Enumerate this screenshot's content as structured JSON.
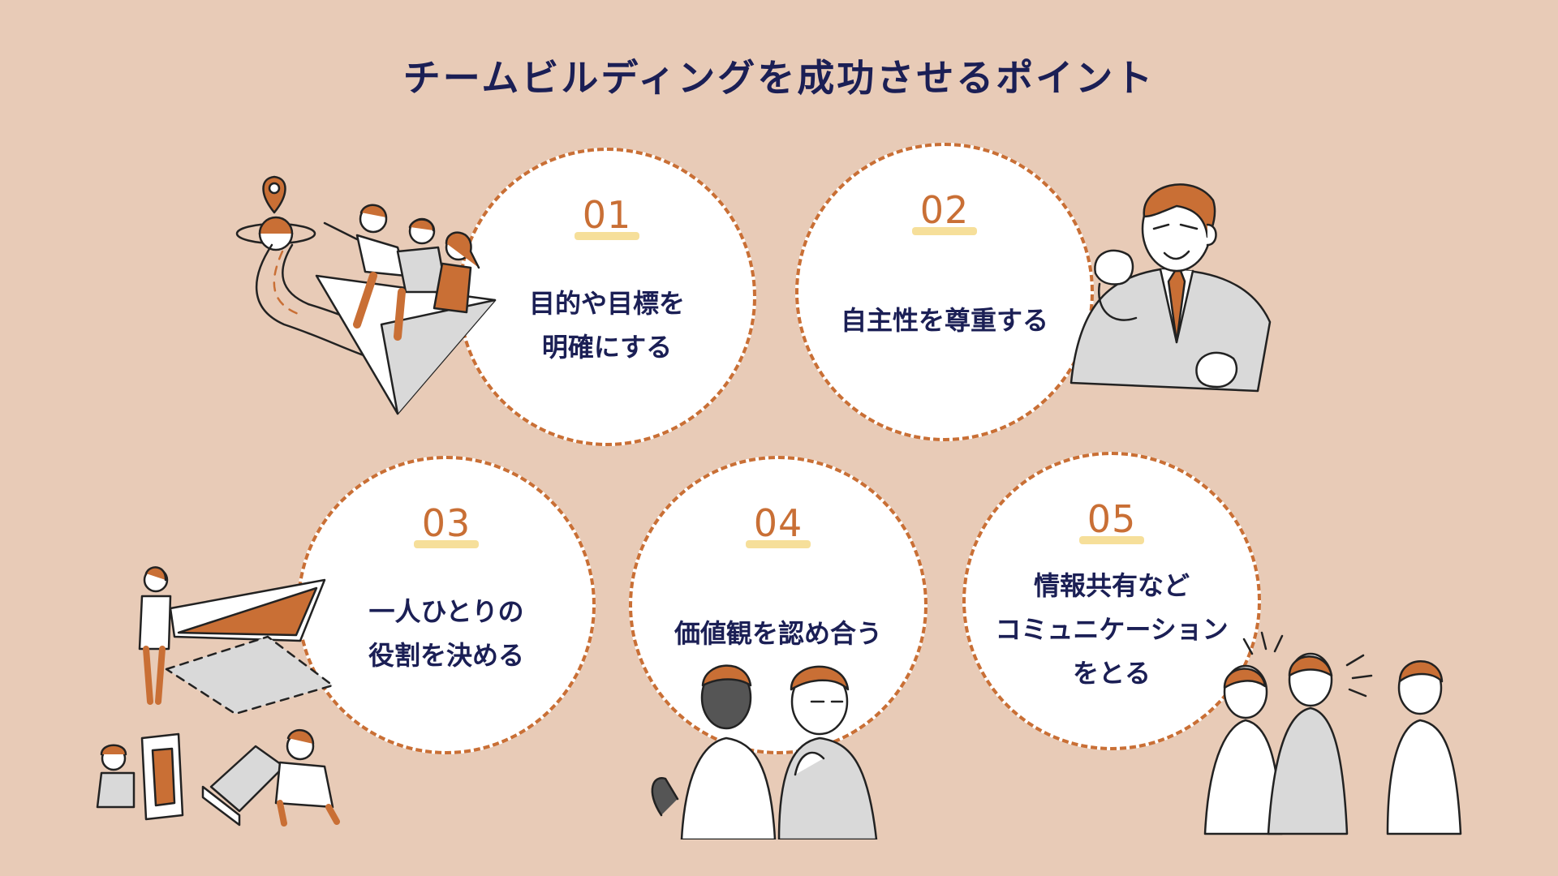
{
  "title": "チームビルディングを成功させるポイント",
  "points": [
    {
      "num": "01",
      "label": "目的や目標を\n明確にする"
    },
    {
      "num": "02",
      "label": "自主性を尊重する"
    },
    {
      "num": "03",
      "label": "一人ひとりの\n役割を決める"
    },
    {
      "num": "04",
      "label": "価値観を認め合う"
    },
    {
      "num": "05",
      "label": "情報共有など\nコミュニケーション\nをとる"
    }
  ],
  "colors": {
    "background": "#e8cbb7",
    "accent": "#c96f35",
    "text": "#1b1f55",
    "highlight": "#f5dc8f"
  }
}
